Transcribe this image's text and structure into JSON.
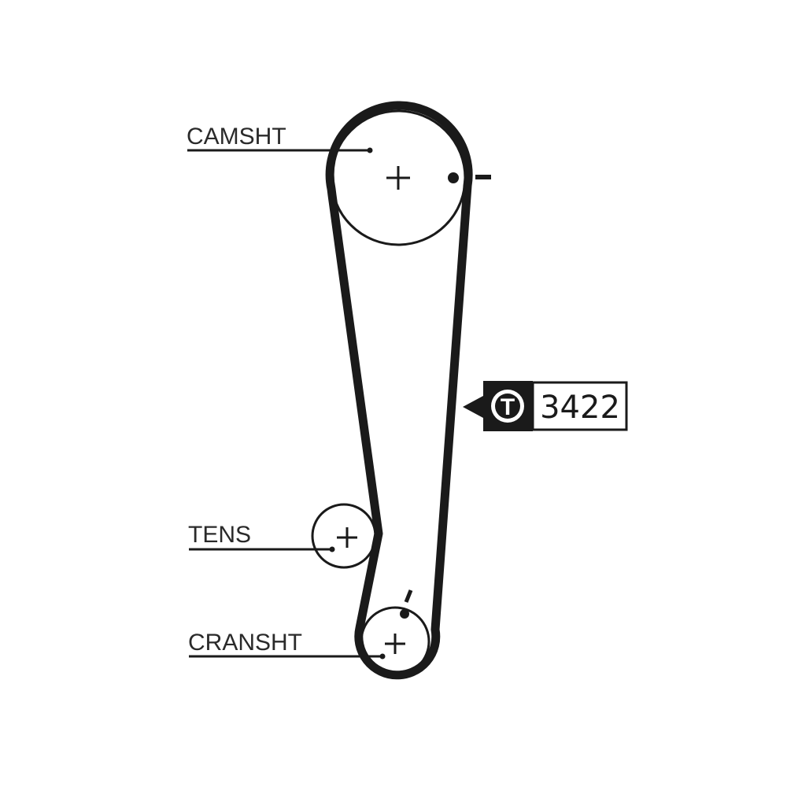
{
  "diagram": {
    "type": "timing-belt-routing",
    "colors": {
      "belt": "#1a1a1a",
      "line": "#1a1a1a",
      "background": "#ffffff"
    },
    "pulleys": [
      {
        "id": "camshaft",
        "label": "CAMSHT",
        "center_mark": "+",
        "timing_mark": "dot-and-dash"
      },
      {
        "id": "tensioner",
        "label": "TENS",
        "center_mark": "+"
      },
      {
        "id": "crankshaft",
        "label": "CRANSHT",
        "center_mark": "+",
        "timing_mark": "dot-and-dash"
      }
    ],
    "labels": {
      "camshaft": "CAMSHT",
      "tensioner": "TENS",
      "crankshaft": "CRANSHT"
    },
    "center_mark": "+",
    "belt_tag": {
      "icon": "T",
      "icon_name": "tooth-count-icon",
      "value": "3422"
    }
  }
}
